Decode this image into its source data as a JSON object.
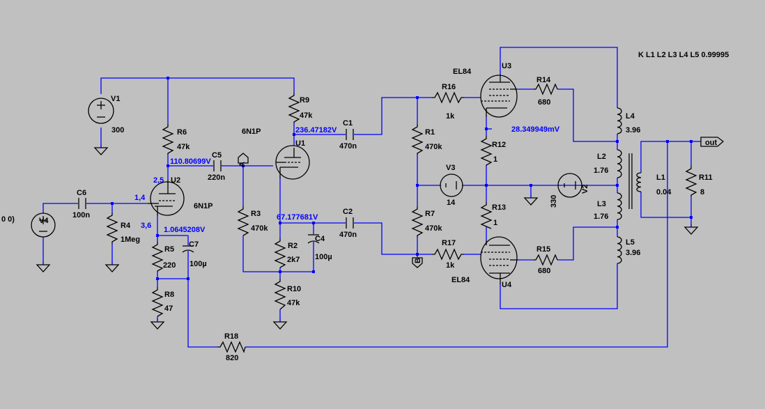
{
  "directive": "K L1 L2 L3 L4 L5 0.99995",
  "components": {
    "V1": {
      "name": "V1",
      "value": "300"
    },
    "V2": {
      "name": "V2",
      "value": "330"
    },
    "V3": {
      "name": "V3",
      "value": "14"
    },
    "V4": {
      "name": "V4",
      "value": "0 0)"
    },
    "R1": {
      "name": "R1",
      "value": "470k"
    },
    "R2": {
      "name": "R2",
      "value": "2k7"
    },
    "R3": {
      "name": "R3",
      "value": "470k"
    },
    "R4": {
      "name": "R4",
      "value": "1Meg"
    },
    "R5": {
      "name": "R5",
      "value": "220"
    },
    "R6": {
      "name": "R6",
      "value": "47k"
    },
    "R7": {
      "name": "R7",
      "value": "470k"
    },
    "R8": {
      "name": "R8",
      "value": "47"
    },
    "R9": {
      "name": "R9",
      "value": "47k"
    },
    "R10": {
      "name": "R10",
      "value": "47k"
    },
    "R11": {
      "name": "R11",
      "value": "8"
    },
    "R12": {
      "name": "R12",
      "value": "1"
    },
    "R13": {
      "name": "R13",
      "value": "1"
    },
    "R14": {
      "name": "R14",
      "value": "680"
    },
    "R15": {
      "name": "R15",
      "value": "680"
    },
    "R16": {
      "name": "R16",
      "value": "1k"
    },
    "R17": {
      "name": "R17",
      "value": "1k"
    },
    "R18": {
      "name": "R18",
      "value": "820"
    },
    "C1": {
      "name": "C1",
      "value": "470n"
    },
    "C2": {
      "name": "C2",
      "value": "470n"
    },
    "C4": {
      "name": "C4",
      "value": "100µ"
    },
    "C5": {
      "name": "C5",
      "value": "220n"
    },
    "C6": {
      "name": "C6",
      "value": "100n"
    },
    "C7": {
      "name": "C7",
      "value": "100µ"
    },
    "L1": {
      "name": "L1",
      "value": "0.04"
    },
    "L2": {
      "name": "L2",
      "value": "1.76"
    },
    "L3": {
      "name": "L3",
      "value": "1.76"
    },
    "L4": {
      "name": "L4",
      "value": "3.96"
    },
    "L5": {
      "name": "L5",
      "value": "3.96"
    },
    "U1": {
      "name": "U1",
      "model": "6N1P"
    },
    "U2": {
      "name": "U2",
      "model": "6N1P"
    },
    "U3": {
      "name": "U3",
      "model": "EL84"
    },
    "U4": {
      "name": "U4",
      "model": "EL84"
    }
  },
  "voltages": {
    "u1_anode": "236.47182V",
    "u2_anode": "110.80699V",
    "u2_cathode": "1.0645208V",
    "u1_cathode": "67.177681V",
    "el84_cathode": "28.349949mV"
  },
  "pins": {
    "p25": "2,5",
    "p14": "1,4",
    "p36": "3,6"
  },
  "net_labels": {
    "A": "A",
    "B": "B",
    "out": "out"
  }
}
